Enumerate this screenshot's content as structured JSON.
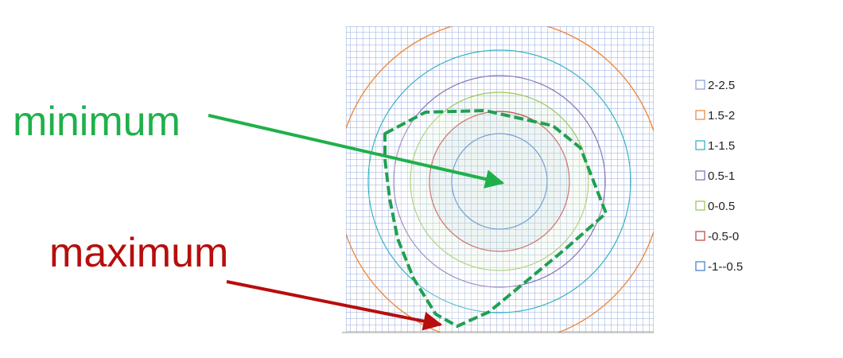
{
  "chart_data": {
    "type": "contour",
    "title": "",
    "xlabel": "",
    "ylabel": "",
    "grid": true,
    "legend_position": "right",
    "levels": [
      {
        "label": "2-2.5",
        "color": "#8ea5d8"
      },
      {
        "label": "1.5-2",
        "color": "#f28a3c"
      },
      {
        "label": "1-1.5",
        "color": "#38b3c7"
      },
      {
        "label": "0.5-1",
        "color": "#8a72b3"
      },
      {
        "label": "0-0.5",
        "color": "#9cc85d"
      },
      {
        "label": "-0.5-0",
        "color": "#c34d4a"
      },
      {
        "label": "-1--0.5",
        "color": "#4d86c7"
      }
    ],
    "annotations": [
      {
        "text": "minimum",
        "color": "#20b04b"
      },
      {
        "text": "maximum",
        "color": "#b80d0d"
      }
    ],
    "polygon_color": "#20a050"
  }
}
